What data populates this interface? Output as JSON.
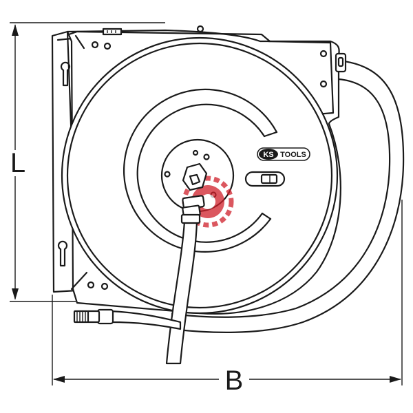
{
  "dimensions": {
    "height_label": "L",
    "width_label": "B"
  },
  "brand": {
    "logo_text_ks": "KS",
    "logo_text_tools": "TOOLS"
  },
  "colors": {
    "line": "#1a1a1a",
    "background": "#ffffff",
    "watermark_red": "#d0202a"
  }
}
